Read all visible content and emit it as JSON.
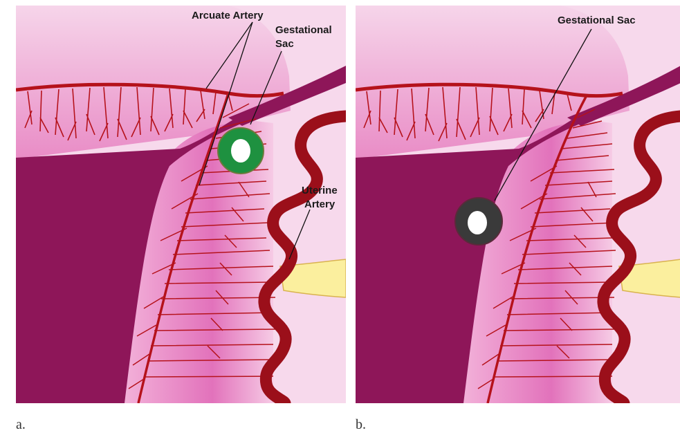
{
  "panels": [
    {
      "letter": "a.",
      "labels": {
        "arcuate_artery": "Arcuate Artery",
        "gestational_sac_line1": "Gestational",
        "gestational_sac_line2": "Sac",
        "uterine_artery_line1": "Uterine",
        "uterine_artery_line2": "Artery"
      },
      "sac_color": "#1e9140"
    },
    {
      "letter": "b.",
      "labels": {
        "gestational_sac": "Gestational Sac"
      },
      "sac_color": "#3a3a3a"
    }
  ],
  "colors": {
    "background_pink": "#f3c8e2",
    "myometrium_pink": "#e887c4",
    "cavity_magenta": "#8e1659",
    "vessel_red": "#b5121b",
    "artery_dark_red": "#9b0f1a",
    "cervix_yellow": "#fbef9e"
  }
}
